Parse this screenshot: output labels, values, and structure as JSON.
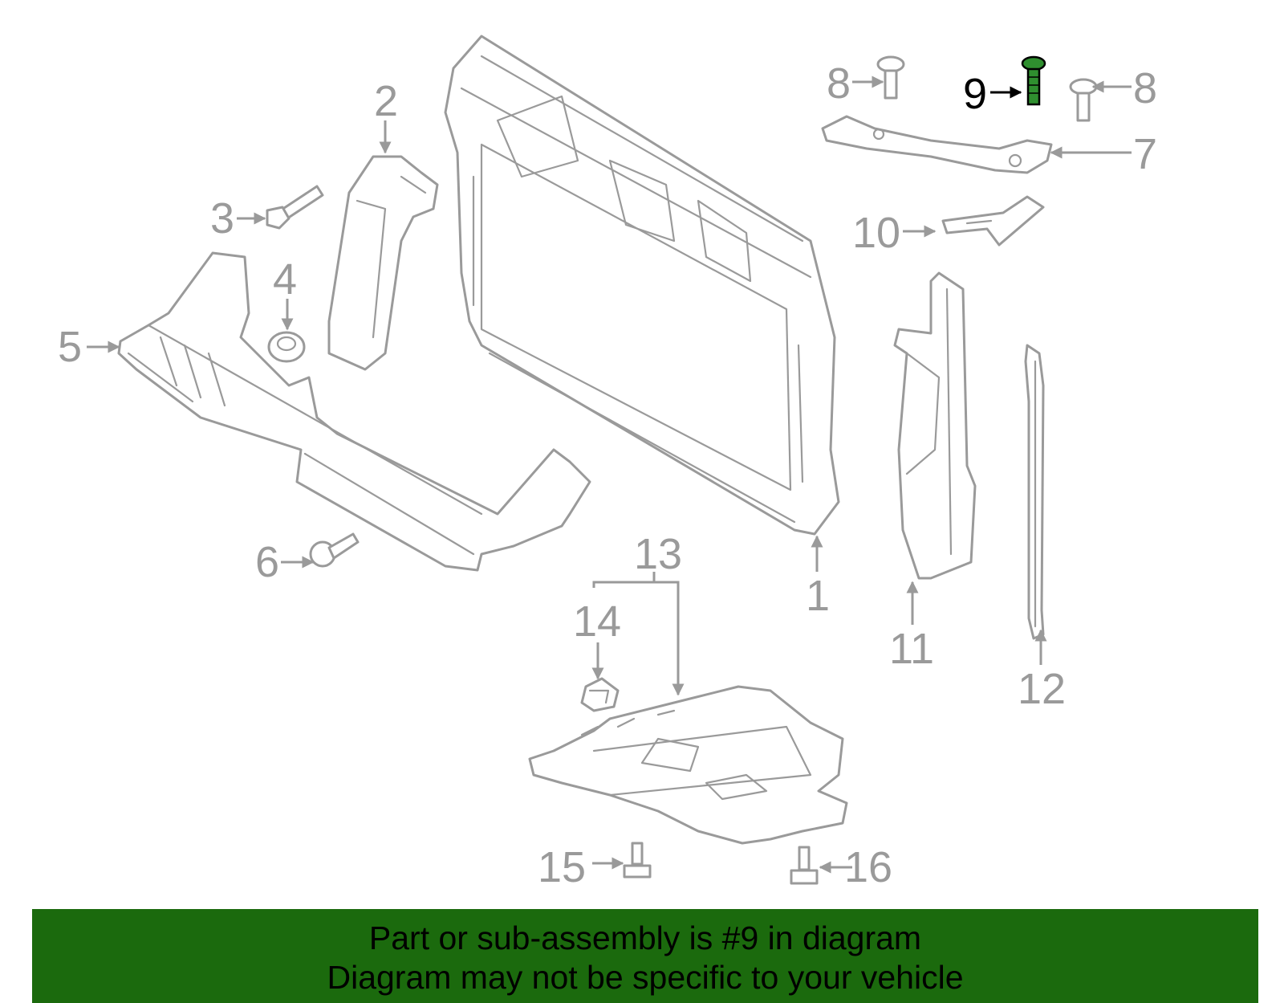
{
  "diagram": {
    "callouts": [
      "1",
      "2",
      "3",
      "4",
      "5",
      "6",
      "7",
      "8",
      "8",
      "9",
      "10",
      "11",
      "12",
      "13",
      "14",
      "15",
      "16"
    ],
    "highlighted_part": "9",
    "colors": {
      "line": "#9a9a9a",
      "highlight": "#2f8f2f",
      "banner": "#1b6a0d"
    }
  },
  "banner": {
    "line1": "Part or sub-assembly is #9 in diagram",
    "line2": "Diagram may not be specific to your vehicle"
  }
}
